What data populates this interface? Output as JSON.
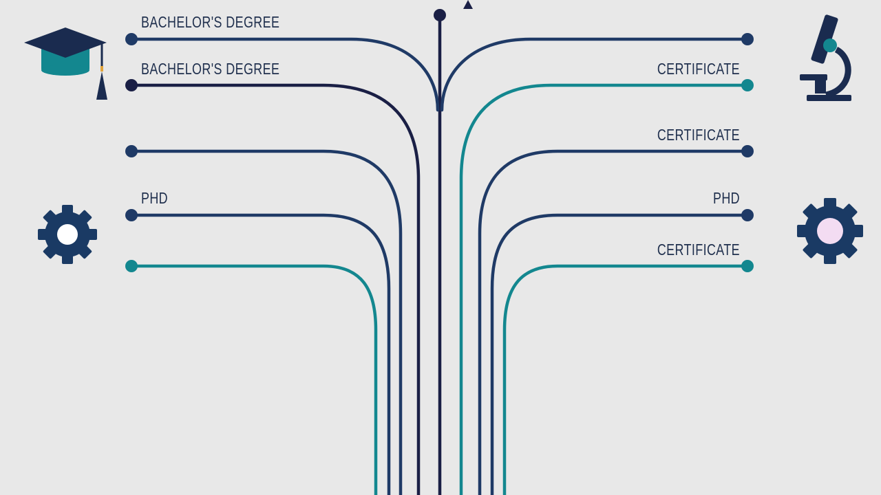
{
  "colors": {
    "background": "#e8e8e8",
    "navy": "#1f3a66",
    "dark_navy": "#1a1f45",
    "teal": "#13878f",
    "label_text": "#1f2f4d",
    "gear_center_right": "#f3dcf2"
  },
  "branches": {
    "left": [
      {
        "label": "BACHELOR'S DEGREE",
        "color": "navy"
      },
      {
        "label": "BACHELOR'S DEGREE",
        "color": "dark_navy"
      },
      {
        "label": "",
        "color": "navy"
      },
      {
        "label": "PHD",
        "color": "navy"
      },
      {
        "label": "",
        "color": "teal"
      }
    ],
    "right": [
      {
        "label": "",
        "color": "navy"
      },
      {
        "label": "CERTIFICATE",
        "color": "teal"
      },
      {
        "label": "CERTIFICATE",
        "color": "navy"
      },
      {
        "label": "PHD",
        "color": "navy"
      },
      {
        "label": "CERTIFICATE",
        "color": "teal"
      }
    ]
  },
  "icons": [
    {
      "name": "graduation-cap-icon"
    },
    {
      "name": "microscope-icon"
    },
    {
      "name": "gear-icon"
    },
    {
      "name": "gear-icon"
    }
  ]
}
